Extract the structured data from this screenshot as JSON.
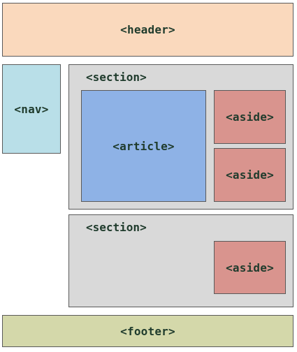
{
  "layout_diagram": {
    "header": "<header>",
    "nav": "<nav>",
    "section_top": {
      "label": "<section>",
      "article": "<article>",
      "asides": [
        "<aside>",
        "<aside>"
      ]
    },
    "section_bottom": {
      "label": "<section>",
      "aside": "<aside>"
    },
    "footer": "<footer>",
    "colors": {
      "header": "#fad9bd",
      "nav": "#b9dfe8",
      "section": "#d9d9d9",
      "article": "#8eb2e6",
      "aside": "#d9948e",
      "footer": "#d4d8aa",
      "text": "#1f3b2c"
    }
  }
}
